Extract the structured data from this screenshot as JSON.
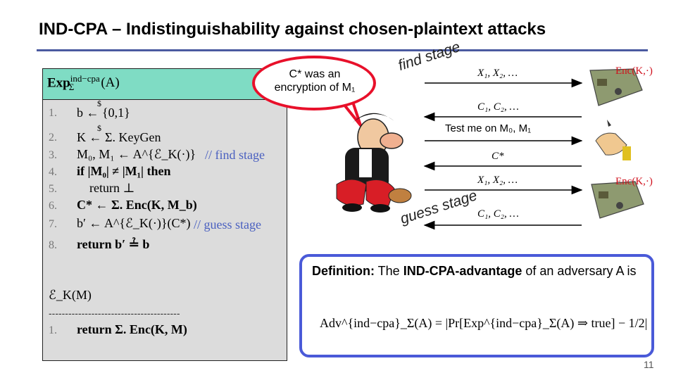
{
  "title": "IND-CPA – Indistinguishability against chosen-plaintext attacks",
  "experiment": {
    "name": "Exp",
    "sup": "ind−cpa",
    "sub": "Σ",
    "arg": "(A)",
    "lines": [
      {
        "num": "1.",
        "code": "b ← {0,1}"
      },
      {
        "num": "2.",
        "code": "K ← Σ. KeyGen"
      },
      {
        "num": "3.",
        "code": "M₀, M₁ ← A^{ℰ_K(·)}"
      },
      {
        "num": "4.",
        "code": "if |M₀| ≠ |M₁| then"
      },
      {
        "num": "5.",
        "code": "return ⊥"
      },
      {
        "num": "6.",
        "code": "C* ← Σ. Enc(K, M_b)"
      },
      {
        "num": "7.",
        "code": "b′ ← A^{ℰ_K(·)}(C*)"
      },
      {
        "num": "8.",
        "code": "return b′ ≟ b"
      }
    ],
    "comment_find": "// find stage",
    "comment_guess": "// guess stage",
    "oracle_title": "ℰ_K(M)",
    "oracle_line": {
      "num": "1.",
      "code": "return Σ. Enc(K, M)"
    }
  },
  "bubble": {
    "line1": "C* was an",
    "line2": "encryption of M₁"
  },
  "stages": {
    "find": "find stage",
    "guess": "guess stage"
  },
  "messages": {
    "m1": "X₁, X₂, …",
    "m2": "C₁, C₂, …",
    "m3": "Test me on M₀, M₁",
    "m4": "C*",
    "m5": "X₁, X₂, …",
    "m6": "C₁, C₂, …"
  },
  "enc_label": "Enc(K,·)",
  "definition": {
    "label": "Definition:",
    "text_a": " The ",
    "term": "IND-CPA-advantage",
    "text_b": " of an adversary A is",
    "formula": "Adv^{ind−cpa}_Σ(A) = |Pr[Exp^{ind−cpa}_Σ(A) ⇒ true] − 1/2|"
  },
  "page_number": "11",
  "colors": {
    "title_rule": "#4a5aa0",
    "exp_header": "#7fdcc4",
    "exp_body": "#dcdcdc",
    "comment": "#4a60c0",
    "bubble_border": "#e8102a",
    "enc_label": "#d0101c",
    "def_border": "#4a5ad8"
  }
}
